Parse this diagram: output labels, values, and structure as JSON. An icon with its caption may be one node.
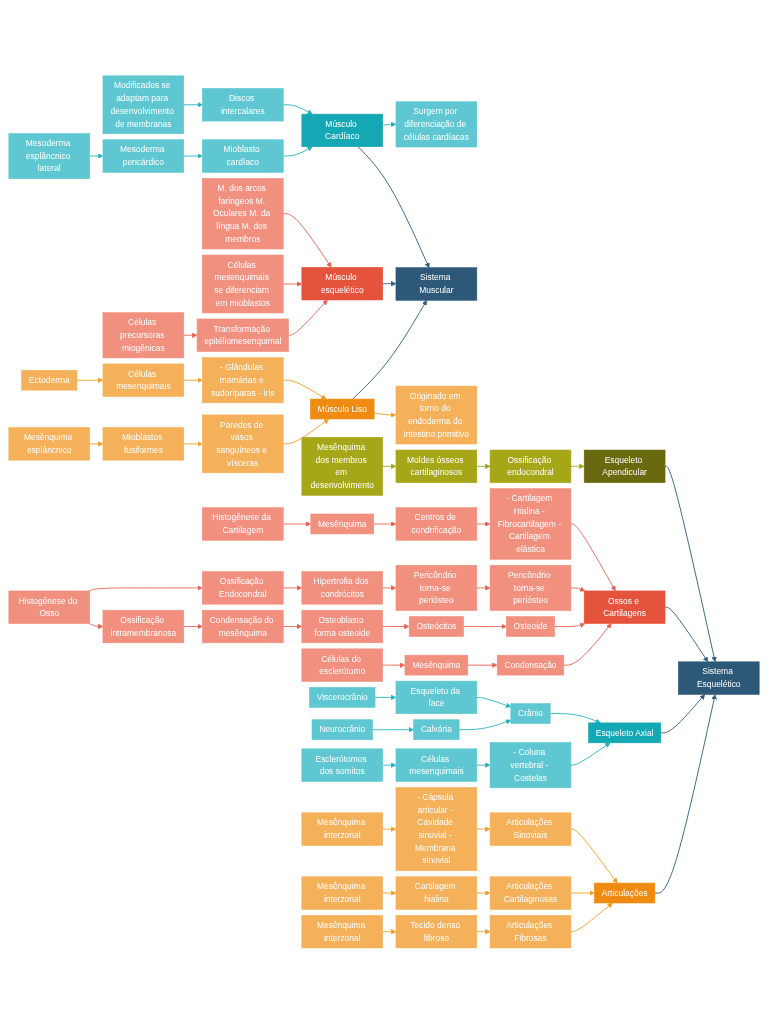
{
  "diagram": {
    "nodes": [
      {
        "text": [
          "Sistema Muscular"
        ]
      },
      {
        "text": [
          "Mesênquima esplâncnico"
        ]
      },
      {
        "text": [
          "Mioblastos fusiformes"
        ]
      },
      {
        "text": [
          "Paredes de vasos sanguíneos e vísceras"
        ]
      },
      {
        "text": [
          "Originado em torno do endoderma do intestino primitivo"
        ]
      },
      {
        "text": [
          "Músculo Liso"
        ]
      },
      {
        "text": [
          "Ectoderma"
        ]
      },
      {
        "text": [
          "Células mesenquimais"
        ]
      },
      {
        "text": [
          "- Glândulas mamárias e sudoríparas - Íris"
        ]
      },
      {
        "text": [
          "Mesoderma esplâncnico lateral"
        ]
      },
      {
        "text": [
          "Mesoderma pericárdico"
        ]
      },
      {
        "text": [
          "Mioblasto cardíaco"
        ]
      },
      {
        "text": [
          "Células precursoras miogênicas"
        ]
      },
      {
        "text": [
          "Transformação epitéliomesenquimal"
        ]
      },
      {
        "text": [
          "Células mesenquimais se diferenciam em mioblastos"
        ]
      },
      {
        "text": [
          "Músculo esquelético"
        ]
      },
      {
        "text": [
          "Músculo Cardíaco"
        ]
      },
      {
        "text": [
          "Surgem por diferenciação de células cardíacas"
        ]
      },
      {
        "text": [
          "M. dos arcos faríngeos M. Oculares M. da língua M. dos membros"
        ]
      },
      {
        "text": [
          "Discos intercalares"
        ]
      },
      {
        "text": [
          "Modificados se adaptam para desenvolvimento de membranas"
        ]
      },
      {
        "text": [
          "Células do esclerótomo"
        ]
      },
      {
        "text": [
          "Mesênquima interzonal"
        ]
      },
      {
        "text": [
          "Mesênquima interzonal"
        ]
      },
      {
        "text": [
          "Mesênquima interzonal"
        ]
      },
      {
        "text": [
          "Esclerótomos dos somitos"
        ]
      },
      {
        "text": [
          "Tecido denso fibroso"
        ]
      },
      {
        "text": [
          "Cartilagem hialina"
        ]
      },
      {
        "text": [
          "- Cápsula articular - Cavidade sinovial - Membrana sinovial"
        ]
      },
      {
        "text": [
          "Mesênquima"
        ]
      },
      {
        "text": [
          "Células mesenquimais"
        ]
      },
      {
        "text": [
          "Articulações Fibrosas"
        ]
      },
      {
        "text": [
          "Articulações Cartilaginosas"
        ]
      },
      {
        "text": [
          "Articulações Sinoviais"
        ]
      },
      {
        "text": [
          "Articulações"
        ]
      },
      {
        "text": [
          "Condensação"
        ]
      },
      {
        "text": [
          "- Coluna vertebral - Costelas"
        ]
      },
      {
        "text": [
          "Ossos e Cartilagens"
        ]
      },
      {
        "text": [
          "Sistema Esquelético"
        ]
      },
      {
        "text": [
          "Esqueleto Axial"
        ]
      },
      {
        "text": [
          "Neurocrânio"
        ]
      },
      {
        "text": [
          "Osteoide"
        ]
      },
      {
        "text": [
          "Osteócitos"
        ]
      },
      {
        "text": [
          "Pericôndrio torna-se periósteo"
        ]
      },
      {
        "text": [
          "- Cartilagem Hialina - Fibrocartilagem - Cartilagem elástica"
        ]
      },
      {
        "text": [
          "Crânio"
        ]
      },
      {
        "text": [
          "Calvária"
        ]
      },
      {
        "text": [
          "Esqueleto Apendicular"
        ]
      },
      {
        "text": [
          "Osteoblasto forma osteoide"
        ]
      },
      {
        "text": [
          "Pericôndrio torna-se periósteo"
        ]
      },
      {
        "text": [
          "Centros de condrificação"
        ]
      },
      {
        "text": [
          "Ossificação endocondral"
        ]
      },
      {
        "text": [
          "Esqueleto da face"
        ]
      },
      {
        "text": [
          "Viscerocrânio"
        ]
      },
      {
        "text": [
          "Condensação do mesênquima"
        ]
      },
      {
        "text": [
          "Hipertrofia dos condrócitos"
        ]
      },
      {
        "text": [
          "Mesênquima"
        ]
      },
      {
        "text": [
          "Moldes ósseos cartilaginosos"
        ]
      },
      {
        "text": [
          "Ossificação intramembranosa"
        ]
      },
      {
        "text": [
          "Ossificação Endocondral"
        ]
      },
      {
        "text": [
          "Histogênese da Cartilagem"
        ]
      },
      {
        "text": [
          "Mesênquima dos membros em desenvolvimento"
        ]
      },
      {
        "text": [
          "Histogênese do Osso"
        ]
      }
    ],
    "edges": [
      {
        "from": 1,
        "to": 2,
        "arrow": "to",
        "color": "#f39c1f"
      },
      {
        "from": 2,
        "to": 3,
        "arrow": "to",
        "color": "#f39c1f"
      },
      {
        "from": 3,
        "to": 5,
        "arrow": "to",
        "color": "#f39c1f"
      },
      {
        "from": 5,
        "to": 4,
        "arrow": "to",
        "color": "#f39c1f"
      },
      {
        "from": 6,
        "to": 7,
        "arrow": "to",
        "color": "#f39c1f"
      },
      {
        "from": 7,
        "to": 8,
        "arrow": "to",
        "color": "#f39c1f"
      },
      {
        "from": 8,
        "to": 5,
        "arrow": "to",
        "color": "#f39c1f"
      },
      {
        "from": 5,
        "to": 0,
        "arrow": "to",
        "color": "#2f5b7c"
      },
      {
        "from": 9,
        "to": 10,
        "arrow": "to",
        "color": "#22b2bf"
      },
      {
        "from": 10,
        "to": 11,
        "arrow": "to",
        "color": "#22b2bf"
      },
      {
        "from": 11,
        "to": 16,
        "arrow": "to",
        "color": "#22b2bf"
      },
      {
        "from": 12,
        "to": 13,
        "arrow": "to"
      },
      {
        "from": 13,
        "to": 15,
        "arrow": "to"
      },
      {
        "from": 14,
        "to": 15,
        "arrow": "to"
      },
      {
        "from": 18,
        "to": 15,
        "arrow": "to"
      },
      {
        "from": 15,
        "to": 0,
        "arrow": "to",
        "color": "#2f5b7c"
      },
      {
        "from": 16,
        "to": 0,
        "arrow": "to",
        "color": "#2f5b7c"
      },
      {
        "from": 16,
        "to": 17,
        "arrow": "to",
        "color": "#22b2bf"
      },
      {
        "from": 19,
        "to": 16,
        "arrow": "to",
        "color": "#22b2bf"
      },
      {
        "from": 20,
        "to": 19,
        "arrow": "to",
        "color": "#22b2bf"
      },
      {
        "from": 21,
        "to": 29,
        "arrow": "to"
      },
      {
        "from": 29,
        "to": 35,
        "arrow": "to"
      },
      {
        "from": 35,
        "to": 37,
        "arrow": "to"
      },
      {
        "from": 22,
        "to": 26,
        "arrow": "to",
        "color": "#f39c1f"
      },
      {
        "from": 26,
        "to": 31,
        "arrow": "to",
        "color": "#f39c1f"
      },
      {
        "from": 31,
        "to": 34,
        "arrow": "to",
        "color": "#f39c1f"
      },
      {
        "from": 23,
        "to": 27,
        "arrow": "to",
        "color": "#f39c1f"
      },
      {
        "from": 27,
        "to": 32,
        "arrow": "to",
        "color": "#f39c1f"
      },
      {
        "from": 32,
        "to": 34,
        "arrow": "to",
        "color": "#f39c1f"
      },
      {
        "from": 24,
        "to": 28,
        "arrow": "to",
        "color": "#f39c1f"
      },
      {
        "from": 28,
        "to": 33,
        "arrow": "to",
        "color": "#f39c1f"
      },
      {
        "from": 33,
        "to": 34,
        "arrow": "to",
        "color": "#f39c1f"
      },
      {
        "from": 34,
        "to": 38,
        "arrow": "to",
        "color": "#2f5b7c"
      },
      {
        "from": 25,
        "to": 30,
        "arrow": "to",
        "color": "#22b2bf"
      },
      {
        "from": 30,
        "to": 36,
        "arrow": "to",
        "color": "#22b2bf"
      },
      {
        "from": 36,
        "to": 39,
        "arrow": "to",
        "color": "#22b2bf"
      },
      {
        "from": 40,
        "to": 46,
        "arrow": "to",
        "color": "#22b2bf"
      },
      {
        "from": 46,
        "to": 45,
        "arrow": "to",
        "color": "#22b2bf"
      },
      {
        "from": 53,
        "to": 52,
        "arrow": "to",
        "color": "#22b2bf"
      },
      {
        "from": 52,
        "to": 45,
        "arrow": "to",
        "color": "#22b2bf"
      },
      {
        "from": 45,
        "to": 39,
        "arrow": "to",
        "color": "#22b2bf"
      },
      {
        "from": 39,
        "to": 38,
        "arrow": "to",
        "color": "#2f5b7c"
      },
      {
        "from": 37,
        "to": 38,
        "arrow": "to",
        "color": "#2f5b7c"
      },
      {
        "from": 62,
        "to": 58,
        "arrow": "to"
      },
      {
        "from": 58,
        "to": 54,
        "arrow": "to"
      },
      {
        "from": 54,
        "to": 48,
        "arrow": "to"
      },
      {
        "from": 48,
        "to": 42,
        "arrow": "to"
      },
      {
        "from": 42,
        "to": 41,
        "arrow": "to"
      },
      {
        "from": 41,
        "to": 37,
        "arrow": "to"
      },
      {
        "from": 62,
        "to": 59,
        "arrow": "to"
      },
      {
        "from": 59,
        "to": 55,
        "arrow": "to"
      },
      {
        "from": 55,
        "to": 49,
        "arrow": "to"
      },
      {
        "from": 49,
        "to": 43,
        "arrow": "to"
      },
      {
        "from": 43,
        "to": 37,
        "arrow": "to"
      },
      {
        "from": 60,
        "to": 56,
        "arrow": "to"
      },
      {
        "from": 56,
        "to": 50,
        "arrow": "to"
      },
      {
        "from": 50,
        "to": 44,
        "arrow": "to"
      },
      {
        "from": 44,
        "to": 37,
        "arrow": "to"
      },
      {
        "from": 61,
        "to": 57,
        "arrow": "to",
        "color": "#a0a412"
      },
      {
        "from": 57,
        "to": 51,
        "arrow": "to",
        "color": "#a0a412"
      },
      {
        "from": 51,
        "to": 47,
        "arrow": "to",
        "color": "#a0a412"
      },
      {
        "from": 47,
        "to": 38,
        "arrow": "to",
        "color": "#2f5b7c"
      }
    ]
  }
}
